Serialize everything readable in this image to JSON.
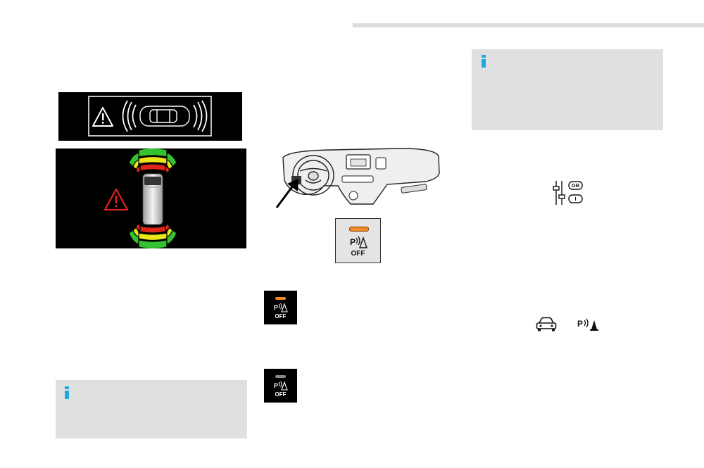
{
  "button_p_off": {
    "line1": "P",
    "line2": "OFF"
  },
  "settings_icon": {
    "top_badge": "GB",
    "bottom_badge": "I"
  },
  "sensor_icon": {
    "label": "P"
  },
  "colors": {
    "info_accent": "#1ea9e1",
    "info_bg": "#e0e0e0",
    "warning_red": "#e0261c",
    "zone_green": "#34c231",
    "zone_yellow": "#e8e619",
    "zone_red": "#e0261c",
    "led_orange": "#f08a24",
    "led_grey": "#8a8a8a"
  },
  "icons": [
    "warning-triangle-icon",
    "vehicle-top-view-icon",
    "parking-sensor-icon",
    "settings-sliders-icon",
    "car-front-icon",
    "parking-sensor-cone-icon",
    "info-icon",
    "pointer-arrow-icon"
  ]
}
